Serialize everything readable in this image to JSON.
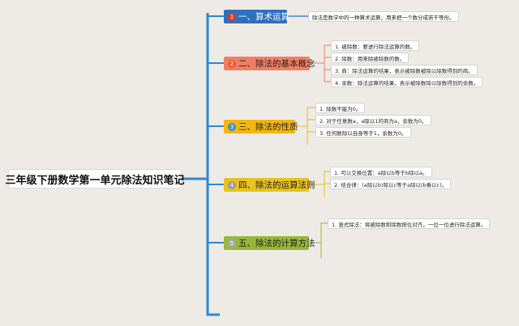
{
  "root": {
    "title": "三年级下册数学第一单元除法知识笔记"
  },
  "branches": [
    {
      "number": "1",
      "label": "一、算术运算",
      "color": "#2f6fbe",
      "badge_color": "#d93a2b",
      "leaves": [
        "除法是数学中的一种算术运算，用来把一个数分成若干等份。"
      ]
    },
    {
      "number": "2",
      "label": "二、除法的基本概念",
      "color": "#ef7f63",
      "badge_color": "#e65c2e",
      "leaves": [
        "1. 被除数：要进行除法运算的数。",
        "2. 除数：用来除被除数的数。",
        "3. 商：除法运算的结果，表示被除数被除以除数得到的商。",
        "4. 余数：除法运算的结果，表示被除数除以除数得到的余数。"
      ]
    },
    {
      "number": "3",
      "label": "三、除法的性质",
      "color": "#f2b70f",
      "badge_color": "#3a8fd0",
      "leaves": [
        "1. 除数不能为0。",
        "2. 对于任意数a，a除以1的商为a，余数为0。",
        "3. 任何数除以自身等于1，余数为0。"
      ]
    },
    {
      "number": "4",
      "label": "四、除法的运算法则",
      "color": "#e8c21e",
      "badge_color": "#9a9a9a",
      "leaves": [
        "1. 可以交换位置：a除以b等于b除以a。",
        "2. 结合律：(a除以b)除以c等于a除以(b乘以c)。"
      ]
    },
    {
      "number": "5",
      "label": "五、除法的计算方法",
      "color": "#97b73a",
      "badge_color": "#a8a8a8",
      "leaves": [
        "1. 竖式除法：将被除数和除数按位对齐，一位一位进行除法运算。"
      ]
    }
  ]
}
